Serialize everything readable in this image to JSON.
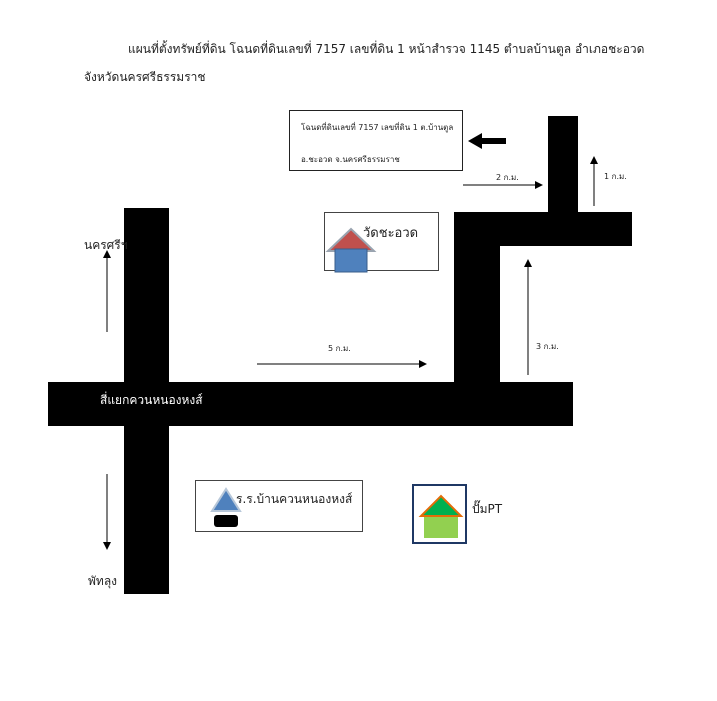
{
  "title": {
    "line1": "แผนที่ตั้งทรัพย์ที่ดิน โฉนดที่ดินเลขที่ 7157 เลขที่ดิน 1 หน้าสำรวจ 1145 ตำบลบ้านตูล อำเภอชะอวด",
    "line2": "จังหวัดนครศรีธรรมราช"
  },
  "parcel": {
    "line1": "โฉนดที่ดินเลขที่ 7157 เลขที่ดิน 1 ต.บ้านตูล",
    "line2": "อ.ชะอวด จ.นครศรีธรรมราช"
  },
  "places": {
    "north": "นครศรีฯ",
    "south": "พัทลุง",
    "junction": "สี่แยกควนหนองหงส์",
    "temple": "วัดชะอวด",
    "school": "ร.ร.บ้านควนหนองหงส์",
    "gas": "ปั๊มPT"
  },
  "distances": {
    "d5km": "5 ก.ม.",
    "d3km": "3 ก.ม.",
    "d2km": "2 ก.ม.",
    "d1km": "1 ก.ม."
  },
  "colors": {
    "road": "#000000",
    "temple_roof": "#c0504d",
    "temple_body": "#4f81bd",
    "school_roof": "#4f81bd",
    "school_body": "#000000",
    "gas_roof": "#00b050",
    "gas_roof_outline": "#e36c09",
    "gas_body": "#92d050",
    "gas_frame": "#1f3864"
  },
  "icons": {
    "temple": "temple-icon",
    "school": "school-icon",
    "gas": "gas-station-icon",
    "pointer": "pointer-arrow-icon"
  }
}
